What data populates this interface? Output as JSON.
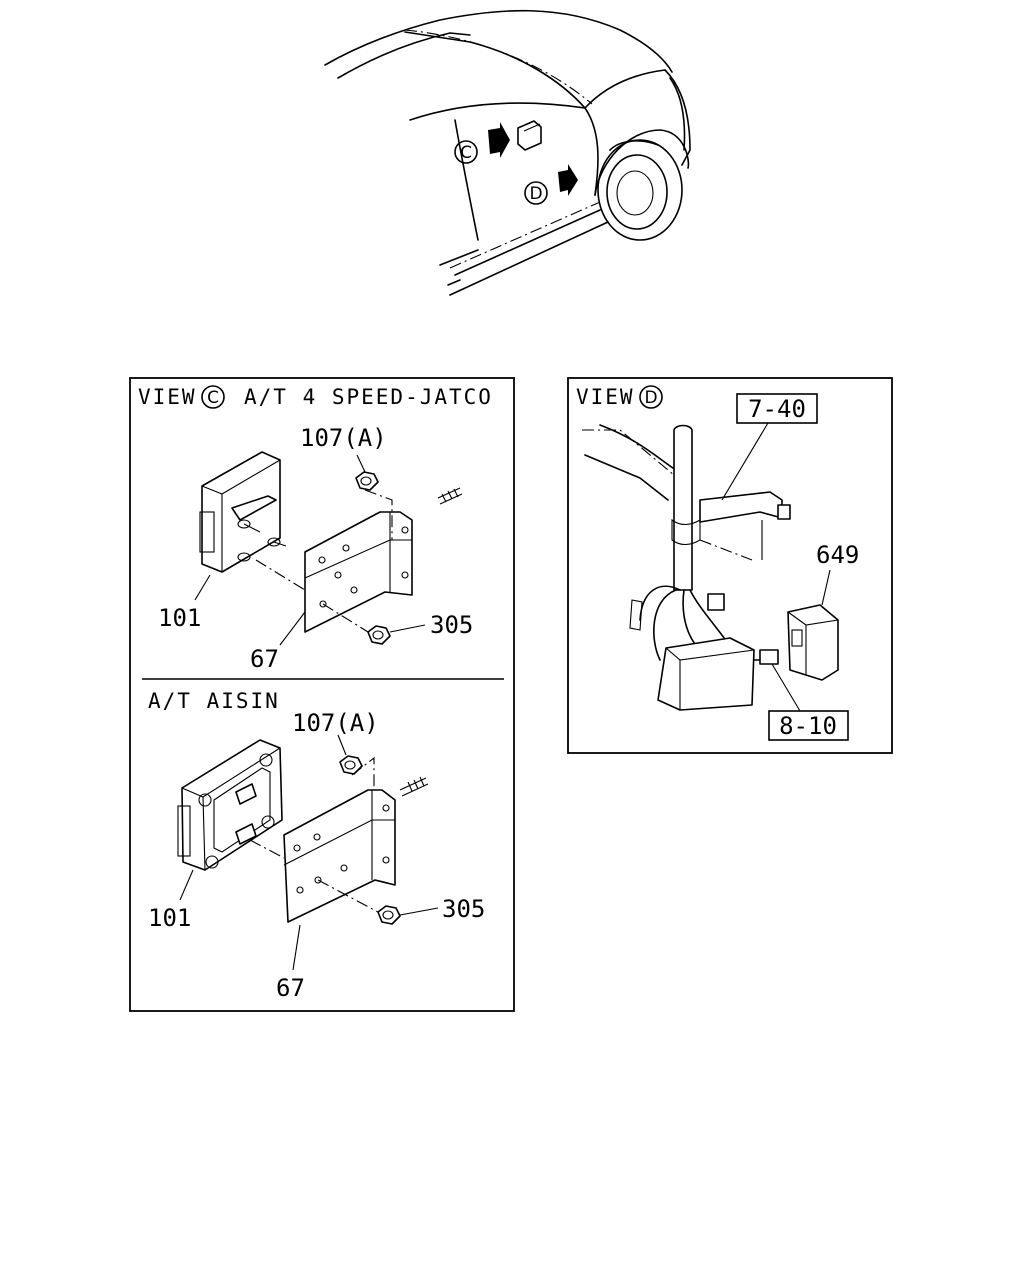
{
  "overview": {
    "view_c_marker": "C",
    "view_d_marker": "D"
  },
  "panel_c": {
    "view_word": "VIEW",
    "view_marker": "C",
    "title": "A/T 4 SPEED-JATCO",
    "sub_title": "A/T AISIN",
    "callouts_top": {
      "nut_top": "107(A)",
      "control_unit": "101",
      "bracket": "67",
      "nut_bottom": "305"
    },
    "callouts_bottom": {
      "nut_top": "107(A)",
      "control_unit": "101",
      "bracket": "67",
      "nut_bottom": "305"
    }
  },
  "panel_d": {
    "view_word": "VIEW",
    "view_marker": "D",
    "callouts": {
      "harness_ref": "7-40",
      "relay": "649",
      "connector_ref": "8-10"
    }
  }
}
